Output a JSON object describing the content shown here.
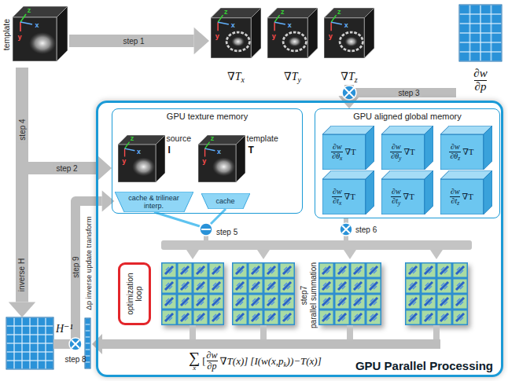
{
  "diagram": {
    "nodes": [
      {
        "text": [
          "template"
        ]
      },
      {
        "text": [
          "∇T",
          "x"
        ]
      },
      {
        "text": [
          "∇T",
          "y"
        ]
      },
      {
        "text": [
          "∇T",
          "z"
        ]
      },
      {
        "text": [
          "∂w",
          "∂p"
        ]
      },
      {
        "text": [
          "GPU Parallel Processing"
        ]
      },
      {
        "text": [
          "GPU texture memory"
        ],
        "in": 5
      },
      {
        "text": [
          "source",
          "I"
        ],
        "in": 6
      },
      {
        "text": [
          "template",
          "T"
        ],
        "in": 6
      },
      {
        "text": [
          "cache & trilinear interp."
        ],
        "in": 6
      },
      {
        "text": [
          "cache"
        ],
        "in": 6
      },
      {
        "text": [
          "GPU aligned global memory"
        ],
        "in": 5
      },
      {
        "text": [
          "∂w",
          "∂θ",
          "x",
          "∇T"
        ],
        "in": 11
      },
      {
        "text": [
          "∂w",
          "∂θ",
          "y",
          "∇T"
        ],
        "in": 11
      },
      {
        "text": [
          "∂w",
          "∂θ",
          "z",
          "∇T"
        ],
        "in": 11
      },
      {
        "text": [
          "∂w",
          "∂t",
          "x",
          "∇T"
        ],
        "in": 11
      },
      {
        "text": [
          "∂w",
          "∂t",
          "y",
          "∇T"
        ],
        "in": 11
      },
      {
        "text": [
          "∂w",
          "∂t",
          "z",
          "∇T"
        ],
        "in": 11
      },
      {
        "text": [
          "optimization loop"
        ],
        "in": 5
      },
      {
        "text": [
          "H⁻¹"
        ]
      }
    ],
    "edges": [
      {
        "from": 0,
        "to": 1,
        "label": "step 1",
        "arrow": "to"
      },
      {
        "from": 0,
        "to": 6,
        "label": "step 2",
        "arrow": "to"
      },
      {
        "from": 3,
        "to": 11,
        "arrow": "to"
      },
      {
        "from": 4,
        "to": 11,
        "label": "step 3",
        "arrow": "to"
      },
      {
        "from": 0,
        "to": 19,
        "label": "step 4",
        "arrow": "to"
      },
      {
        "from": 19,
        "to": 9,
        "label": "step 9",
        "arrow": "to"
      }
    ],
    "labels": [
      "z",
      "y",
      "x",
      "z",
      "y",
      "x",
      "z",
      "y",
      "x",
      "z",
      "y",
      "x",
      "z",
      "y",
      "x",
      "z",
      "y",
      "x",
      "inverse H",
      "Δp inverse update transform",
      "step 5",
      "step 6",
      "step7",
      "parallel summation",
      "step 8",
      "∑",
      "x",
      "[",
      "∂w",
      "∂p",
      "∇T(x)]",
      "[I(w(x,p",
      "k",
      "))−T(x)]"
    ]
  }
}
